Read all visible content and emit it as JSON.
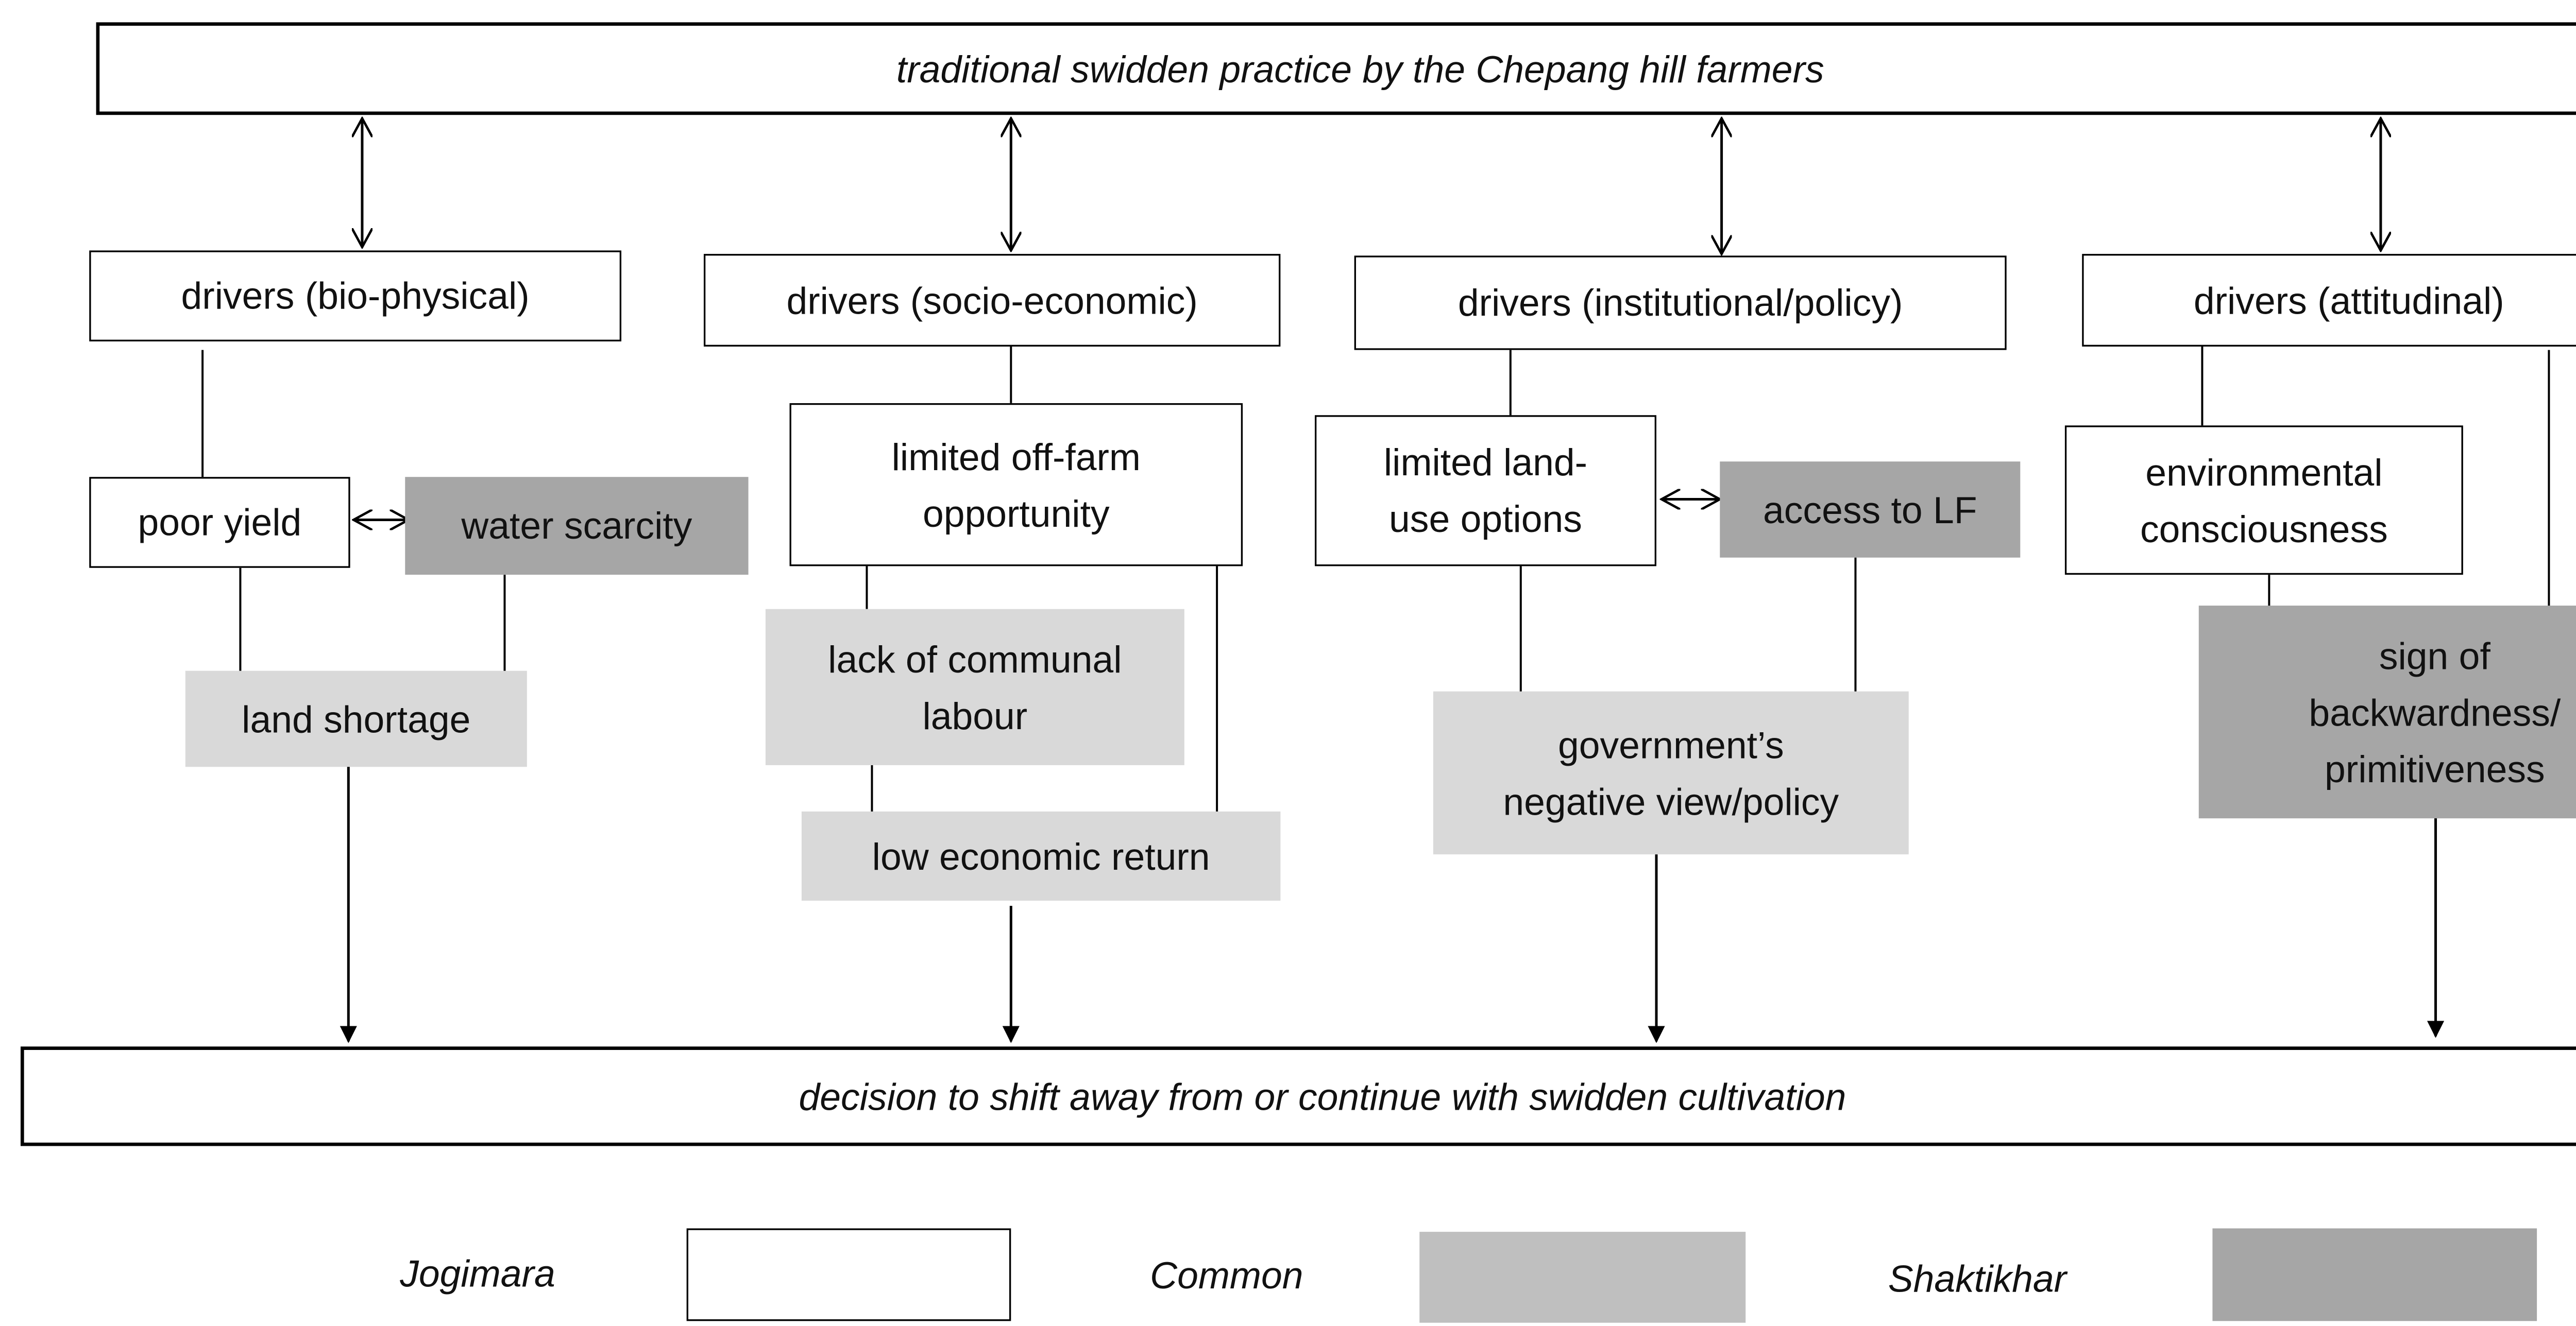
{
  "diagram": {
    "top_title": "traditional swidden practice by the Chepang hill farmers",
    "bottom_title": "decision to shift away from or continue with swidden cultivation",
    "drivers": {
      "bio_physical": "drivers (bio-physical)",
      "socio_economic": "drivers (socio-economic)",
      "institutional": "drivers (institutional/policy)",
      "attitudinal": "drivers (attitudinal)"
    },
    "nodes": {
      "poor_yield": "poor yield",
      "water_scarcity": "water scarcity",
      "land_shortage": "land shortage",
      "limited_off_farm_1": "limited off-farm",
      "limited_off_farm_2": "opportunity",
      "lack_communal_1": "lack of communal",
      "lack_communal_2": "labour",
      "low_economic_return": "low economic return",
      "limited_land_use_1": "limited land-",
      "limited_land_use_2": "use options",
      "access_lf": "access to LF",
      "gov_view_1": "government’s",
      "gov_view_2": "negative view/policy",
      "env_consciousness_1": "environmental",
      "env_consciousness_2": "consciousness",
      "sign_backwardness_1": "sign of",
      "sign_backwardness_2": "backwardness/",
      "sign_backwardness_3": "primitiveness"
    }
  },
  "legend": [
    {
      "label": "Jogimara",
      "swatch": "white"
    },
    {
      "label": "Common",
      "swatch": "light-gray"
    },
    {
      "label": "Shaktikhar",
      "swatch": "dark-gray"
    }
  ],
  "colors": {
    "jogimara": "#ffffff",
    "common": "#d9d9d9",
    "shaktikhar": "#a6a6a6",
    "line": "#000000"
  }
}
